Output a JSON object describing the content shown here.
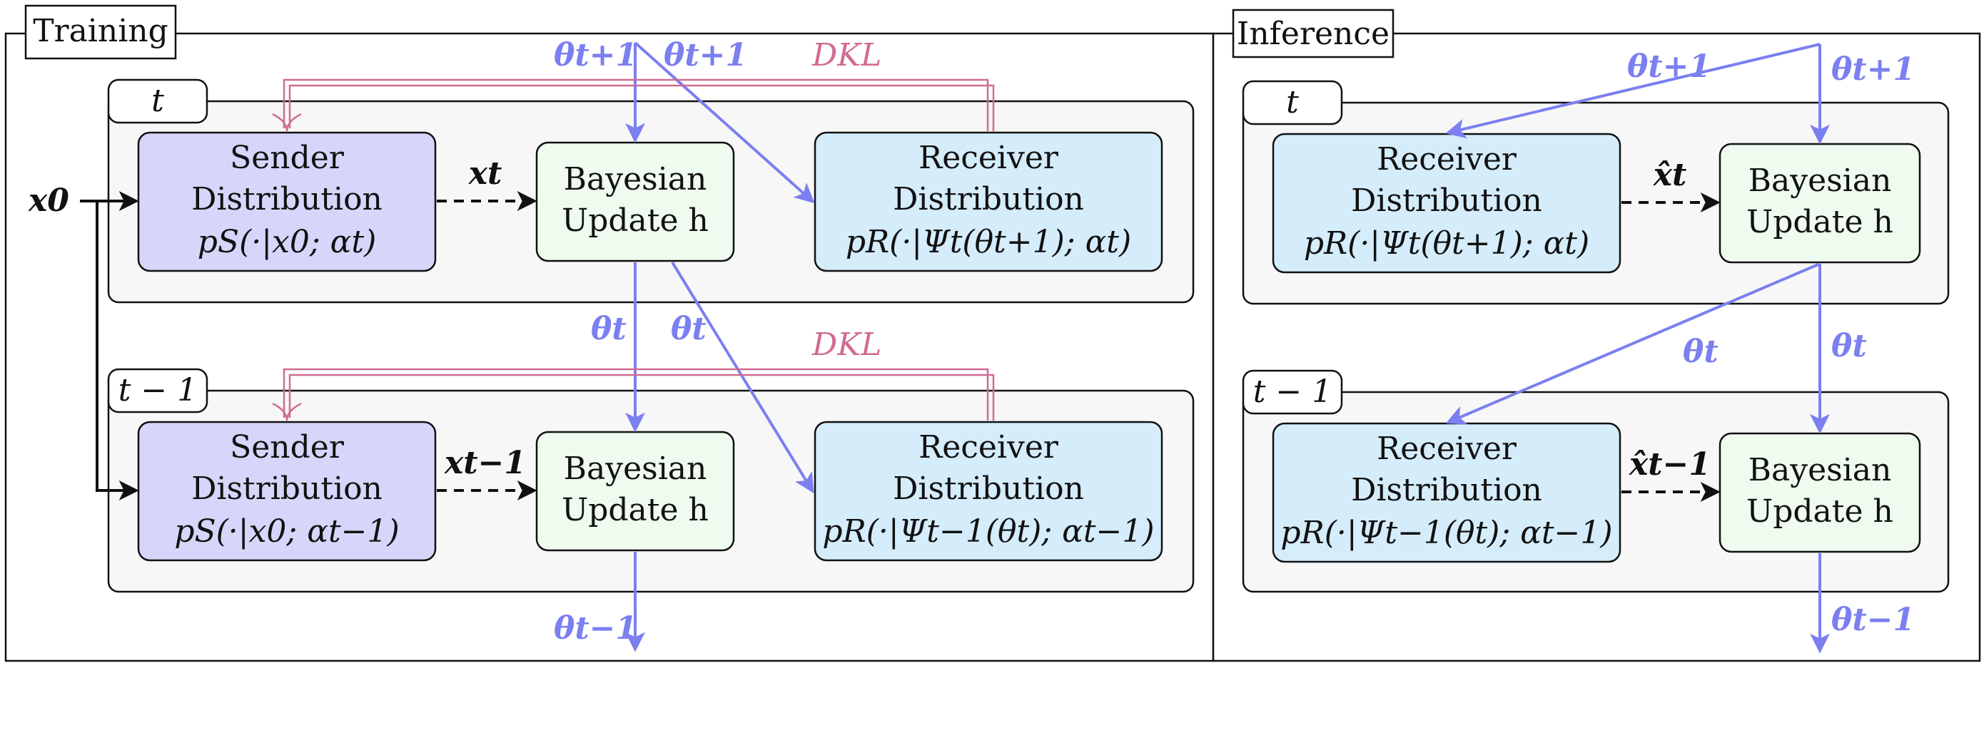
{
  "panels": {
    "training": "Training",
    "inference": "Inference"
  },
  "steps": {
    "t": "t",
    "t_minus_1": "t − 1"
  },
  "nodes": {
    "sender_title_1": "Sender",
    "sender_title_2": "Distribution",
    "sender_formula_t": "pS(·|x0; αt)",
    "sender_formula_t1": "pS(·|x0; αt−1)",
    "receiver_title_1": "Receiver",
    "receiver_title_2": "Distribution",
    "receiver_formula_train_t": "pR(·|Ψt(θt+1); αt)",
    "receiver_formula_train_t1": "pR(·|Ψt−1(θt); αt−1)",
    "receiver_formula_inf_t": "pR(·|Ψt(θt+1); αt)",
    "receiver_formula_inf_t1": "pR(·|Ψt−1(θt); αt−1)",
    "bayes_title_1": "Bayesian",
    "bayes_title_2": "Update h"
  },
  "edge_labels": {
    "x0": "x0",
    "xt": "xt",
    "xt1": "xt−1",
    "xhat_t": "x̂t",
    "xhat_t1": "x̂t−1",
    "theta_t1": "θt+1",
    "theta_t": "θt",
    "theta_tm1": "θt−1",
    "dkl": "DKL"
  },
  "colors": {
    "sender_fill": "#d6d6fb",
    "receiver_fill": "#d5ecfb",
    "bayes_fill": "#eefbee",
    "step_fill": "#f7f7f7",
    "theta_arrow": "#7b7ff0",
    "kl_arrow": "#d06b93"
  }
}
